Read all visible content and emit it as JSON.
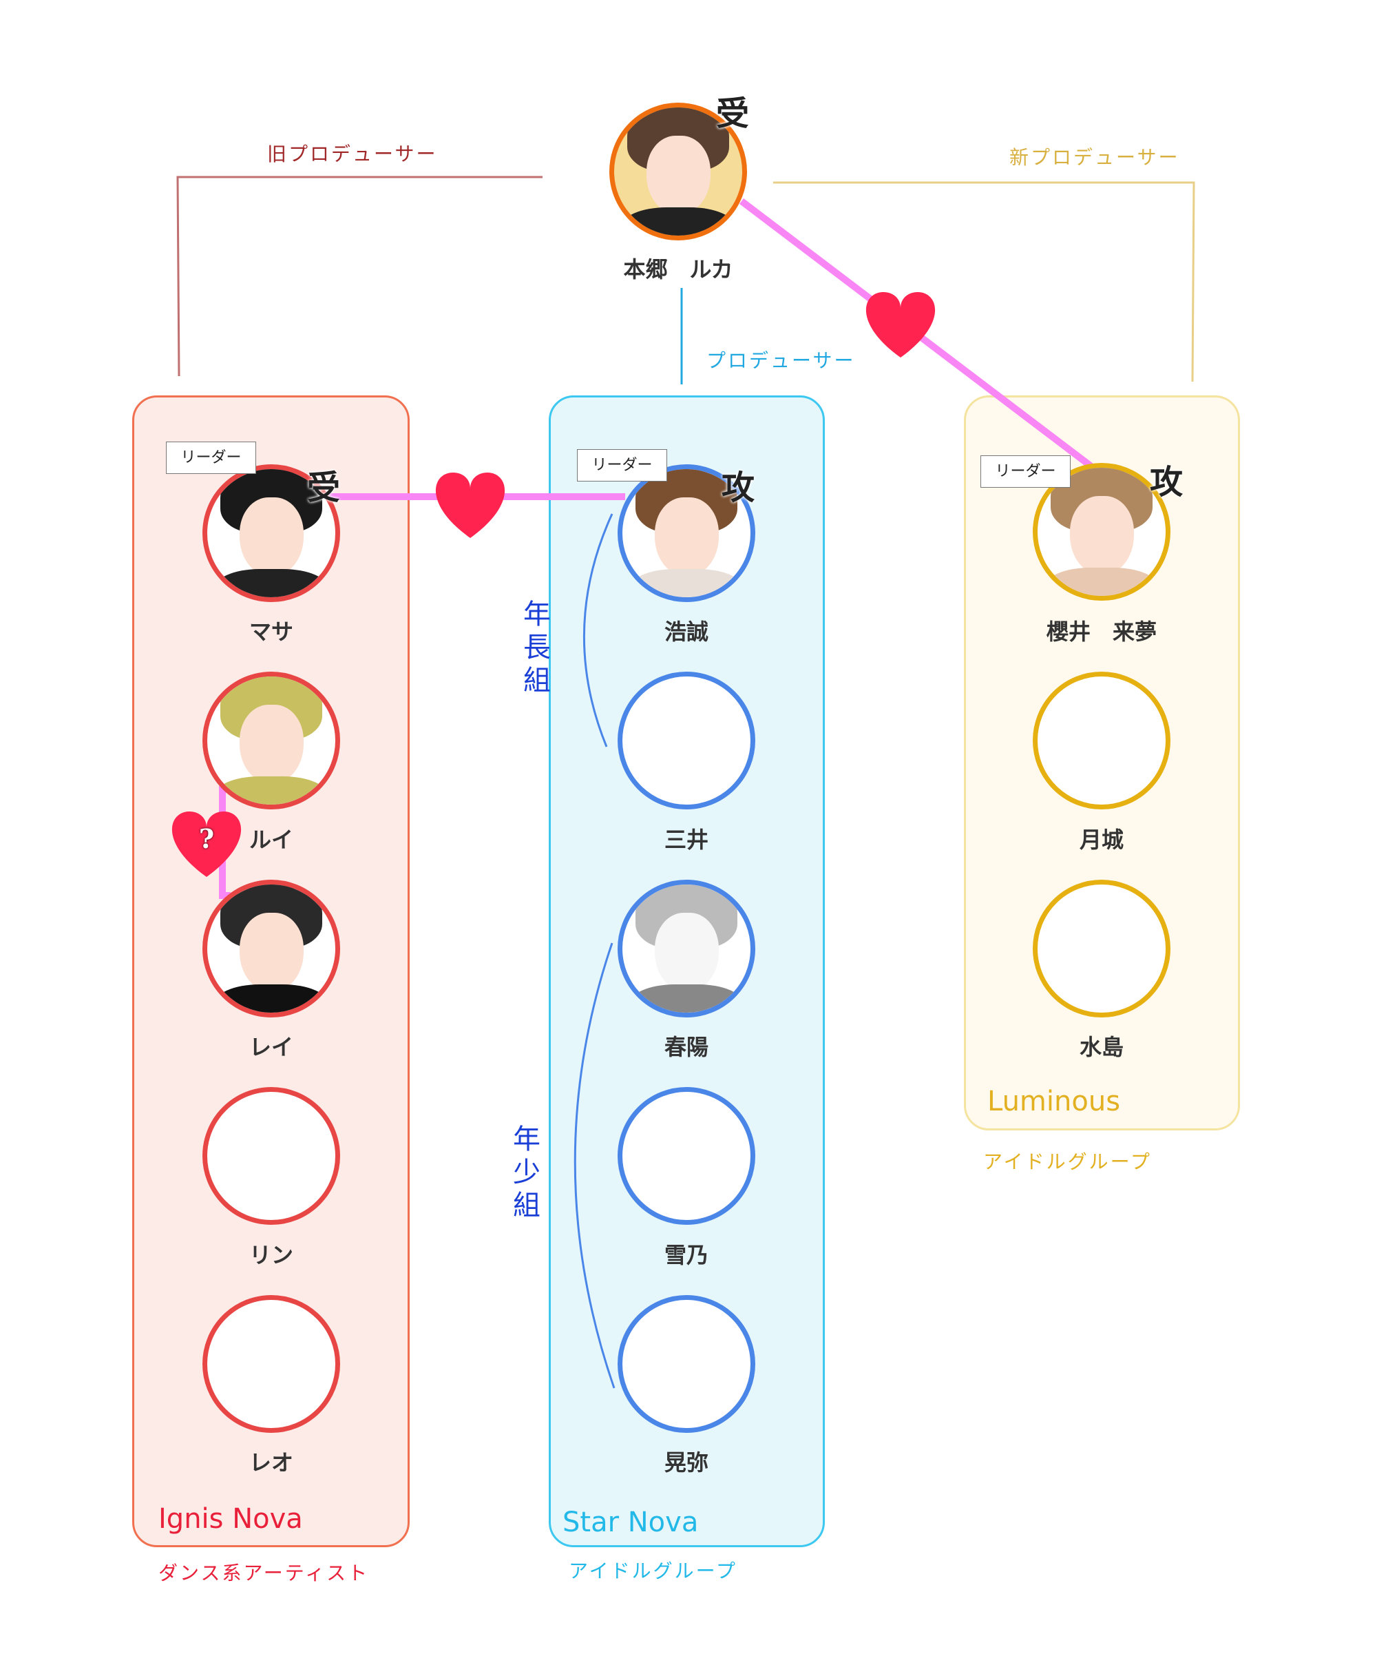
{
  "top": {
    "name": "本郷　ルカ",
    "mark": "受"
  },
  "roles": {
    "old_producer": "旧プロデューサー",
    "new_producer": "新プロデューサー",
    "producer": "プロデューサー"
  },
  "groups": [
    {
      "name": "Ignis Nova",
      "subtitle": "ダンス系アーティスト",
      "color": "#e8203a",
      "leader_tag": "リーダー",
      "leader_mark": "受",
      "members": [
        "マサ",
        "ルイ",
        "レイ",
        "リン",
        "レオ"
      ]
    },
    {
      "name": "Star Nova",
      "subtitle": "アイドルグループ",
      "color": "#22b8e8",
      "leader_tag": "リーダー",
      "leader_mark": "攻",
      "members": [
        "浩誠",
        "三井",
        "春陽",
        "雪乃",
        "晃弥"
      ],
      "subgroups": [
        "年長組",
        "年少組"
      ]
    },
    {
      "name": "Luminous",
      "subtitle": "アイドルグループ",
      "color": "#e2b020",
      "leader_tag": "リーダー",
      "leader_mark": "攻",
      "members": [
        "櫻井　来夢",
        "月城",
        "水島"
      ]
    }
  ],
  "question_mark": "?",
  "colors": {
    "love_line": "#f986f5",
    "heart": "#ff2450",
    "red": "#e84545",
    "blue": "#4a86e8",
    "yellow": "#e6b010"
  }
}
